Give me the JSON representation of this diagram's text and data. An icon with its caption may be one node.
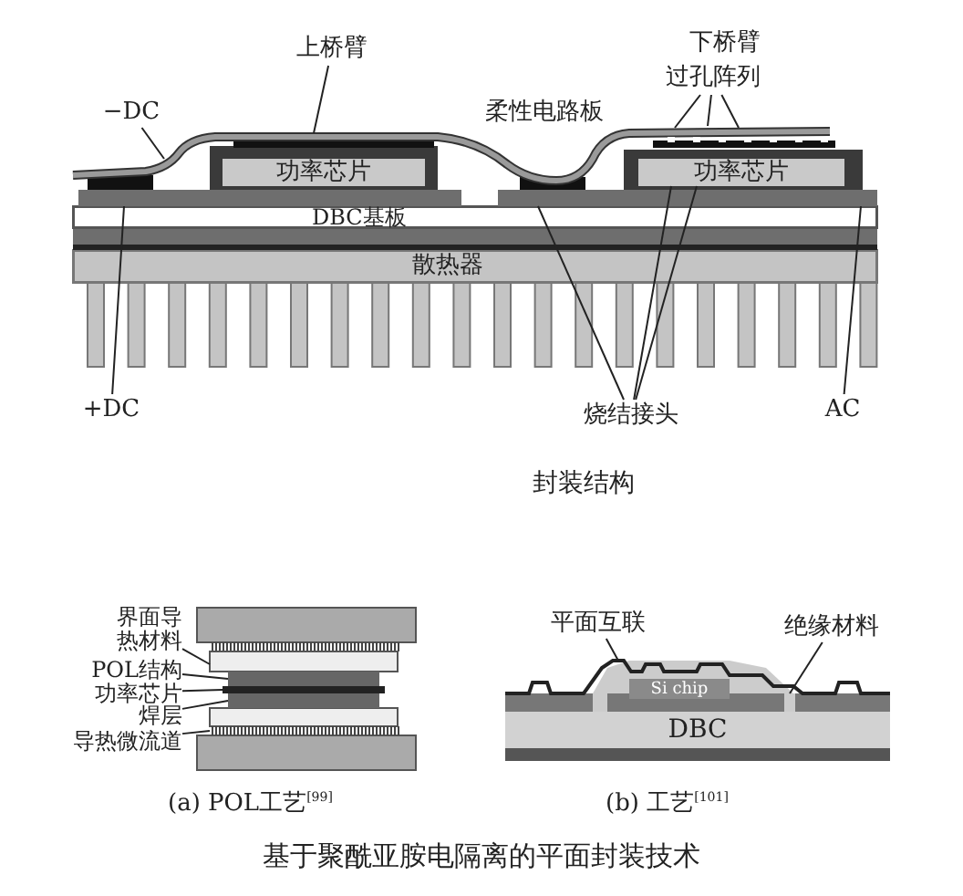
{
  "diagram": {
    "caption": "基于聚酰亚胺电隔离的平面封装技术",
    "nodes": [
      {
        "text": [
          "上桥臂"
        ]
      },
      {
        "text": [
          "−DC"
        ]
      },
      {
        "text": [
          "过孔阵列"
        ]
      },
      {
        "text": [
          "功率芯片"
        ]
      },
      {
        "text": [
          "功率芯片"
        ]
      },
      {
        "text": [
          "DBC基板"
        ]
      },
      {
        "text": [
          "散热器"
        ]
      },
      {
        "text": [
          "+DC"
        ]
      },
      {
        "text": [
          "烧结接头"
        ]
      },
      {
        "text": [
          "AC"
        ]
      },
      {
        "text": [
          "界面导热材料"
        ]
      },
      {
        "text": [
          "POL结构"
        ]
      },
      {
        "text": [
          "功率芯片"
        ]
      },
      {
        "text": [
          "焊层"
        ]
      },
      {
        "text": [
          "导热微流道"
        ]
      },
      {
        "text": [
          "平面互联"
        ]
      },
      {
        "text": [
          "Si chip"
        ]
      },
      {
        "text": [
          "绝缘材料"
        ]
      },
      {
        "text": [
          "DBC"
        ]
      },
      {
        "text": [],
        "shape": "bar"
      },
      {
        "text": [],
        "shape": "line"
      },
      {
        "text": [],
        "shape": "bar"
      },
      {
        "text": [],
        "shape": "bar"
      },
      {
        "text": [],
        "shape": "bar"
      },
      {
        "text": [],
        "shape": "bar"
      },
      {
        "text": [],
        "shape": "bar"
      }
    ],
    "edges": [
      {
        "from": 0,
        "to": null,
        "arrow": "none"
      },
      {
        "from": 1,
        "to": null,
        "arrow": "none"
      },
      {
        "from": 2,
        "to": null,
        "arrow": "none"
      },
      {
        "from": 2,
        "to": null,
        "arrow": "none"
      },
      {
        "from": 2,
        "to": null,
        "arrow": "none"
      },
      {
        "from": 7,
        "to": 5,
        "arrow": "none"
      },
      {
        "from": 8,
        "to": 5,
        "arrow": "none"
      },
      {
        "from": 8,
        "to": 4,
        "arrow": "none"
      },
      {
        "from": 8,
        "to": 4,
        "arrow": "none"
      },
      {
        "from": 9,
        "to": 5,
        "arrow": "none"
      },
      {
        "from": 10,
        "to": 22,
        "arrow": "none"
      },
      {
        "from": 11,
        "to": 23,
        "arrow": "none"
      },
      {
        "from": 12,
        "to": 24,
        "arrow": "none"
      },
      {
        "from": 13,
        "to": 25,
        "arrow": "none"
      },
      {
        "from": 14,
        "to": 19,
        "arrow": "none"
      },
      {
        "from": 15,
        "to": 20,
        "arrow": "none"
      },
      {
        "from": 17,
        "to": 21,
        "arrow": "none"
      }
    ],
    "labels": [
      "下桥臂",
      "柔性电路板",
      "封装结构",
      "(a) POL工艺$^{[99]}$",
      "(b) 工艺$^{[101]}$"
    ]
  }
}
